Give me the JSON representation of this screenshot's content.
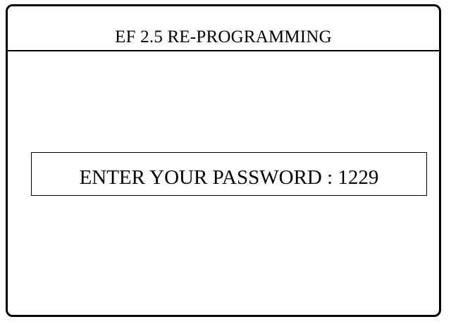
{
  "window": {
    "title": "EF 2.5 RE-PROGRAMMING"
  },
  "password_prompt": {
    "label": "ENTER YOUR PASSWORD",
    "separator": ":",
    "value": "1229"
  }
}
